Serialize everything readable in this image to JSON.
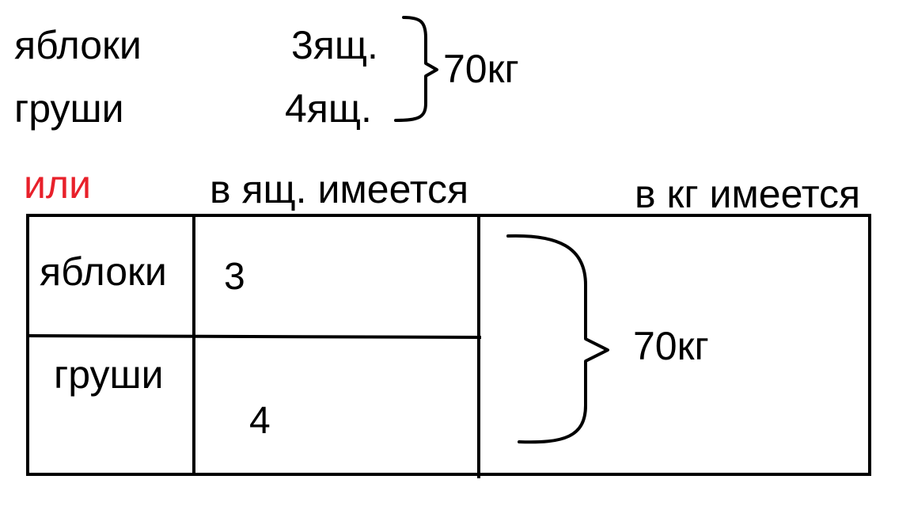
{
  "top": {
    "row1": {
      "item": "яблоки",
      "qty": "3ящ."
    },
    "row2": {
      "item": "груши",
      "qty": "4ящ."
    },
    "total": "70кг"
  },
  "alt_label": "или",
  "table": {
    "col_header_boxes": "в ящ. имеется",
    "col_header_kg": "в кг имеется",
    "rows": [
      {
        "item": "яблоки",
        "value": "3"
      },
      {
        "item": "груши",
        "value": "4"
      }
    ],
    "total": "70кг"
  },
  "colors": {
    "ink": "#000000",
    "accent": "#e8202a",
    "background": "#ffffff"
  }
}
